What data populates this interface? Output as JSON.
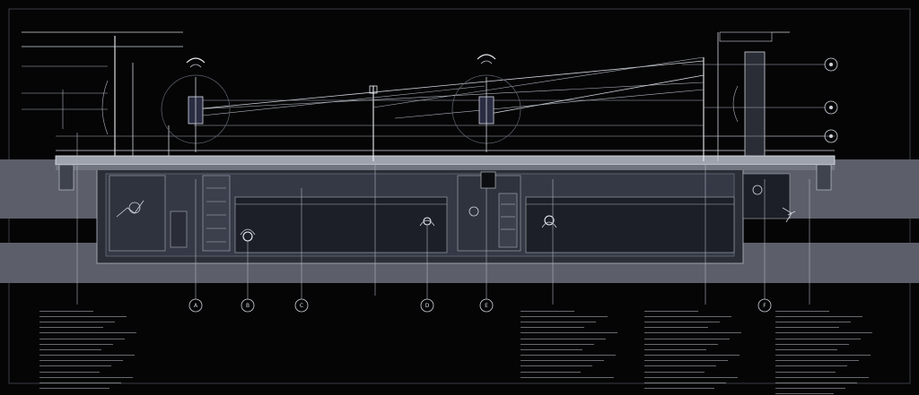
{
  "diagram": {
    "callouts_bottom": [
      {
        "id": "c1",
        "label": "A"
      },
      {
        "id": "c2",
        "label": "B"
      },
      {
        "id": "c3",
        "label": "C"
      },
      {
        "id": "c4",
        "label": "D"
      },
      {
        "id": "c5",
        "label": "E"
      },
      {
        "id": "c6",
        "label": "F"
      }
    ],
    "callouts_right": [
      {
        "id": "r1",
        "label": ""
      },
      {
        "id": "r2",
        "label": ""
      },
      {
        "id": "r3",
        "label": ""
      }
    ],
    "notes": [
      {
        "id": "note-left",
        "lines": [
          "",
          "",
          "",
          "",
          "",
          "",
          "",
          "",
          "",
          "",
          "",
          "",
          "",
          "",
          ""
        ]
      },
      {
        "id": "note-mid",
        "lines": [
          "",
          "",
          "",
          "",
          "",
          "",
          "",
          "",
          "",
          "",
          "",
          "",
          ""
        ]
      },
      {
        "id": "note-right1",
        "lines": [
          "",
          "",
          "",
          "",
          "",
          "",
          "",
          "",
          "",
          "",
          "",
          "",
          "",
          "",
          ""
        ]
      },
      {
        "id": "note-right2",
        "lines": [
          "",
          "",
          "",
          "",
          "",
          "",
          "",
          "",
          "",
          "",
          "",
          "",
          "",
          "",
          "",
          ""
        ]
      }
    ]
  },
  "colors": {
    "background": "#050506",
    "band": "#5c5f69",
    "pit": "#2b2e37",
    "tank": "#1c1f27",
    "line": "#cfd3da"
  }
}
